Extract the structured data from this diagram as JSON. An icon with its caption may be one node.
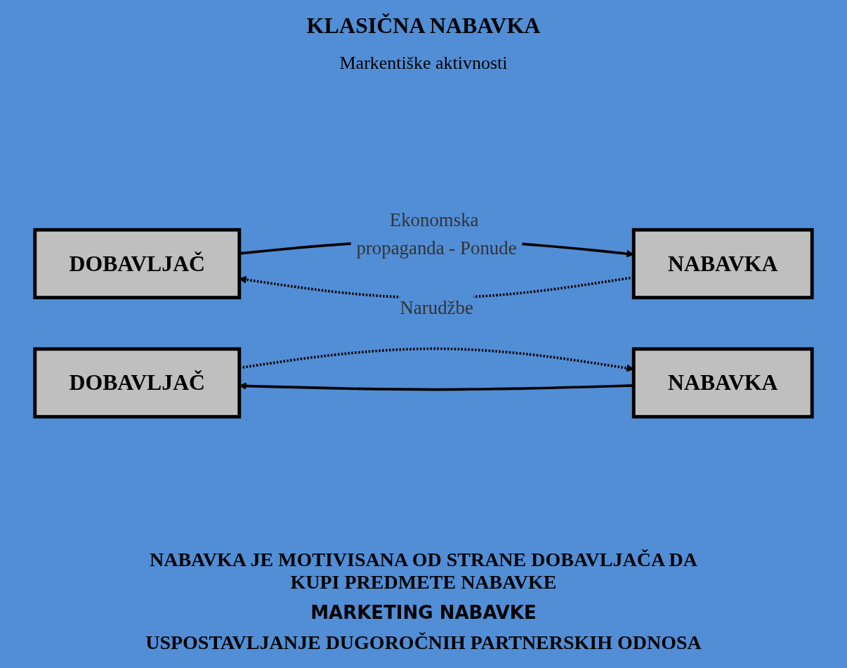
{
  "diagram": {
    "title": "KLASIČNA NABAVKA",
    "nodes": [
      {
        "text": [
          "DOBAVLJAČ"
        ]
      },
      {
        "text": [
          "NABAVKA"
        ]
      },
      {
        "text": [
          "DOBAVLJAČ"
        ]
      },
      {
        "text": [
          "NABAVKA"
        ]
      }
    ],
    "edges": [
      {
        "from": 0,
        "to": 1,
        "arrow": "to",
        "label": "Ekonomska propaganda - Ponude"
      },
      {
        "from": 1,
        "to": 0,
        "arrow": "to",
        "label": "Narudžbe",
        "style": "dashed"
      },
      {
        "from": 2,
        "to": 3,
        "arrow": "to",
        "style": "dashed"
      },
      {
        "from": 3,
        "to": 2,
        "arrow": "to"
      }
    ],
    "labels": [
      "Markentiške aktivnosti",
      "NABAVKA JE MOTIVISANA OD STRANE DOBAVLJAČA DA KUPI PREDMETE NABAVKE",
      "MARKETING NABAVKE",
      "USPOSTAVLJANJE DUGOROČNIH PARTNERSKIH ODNOSA"
    ]
  }
}
